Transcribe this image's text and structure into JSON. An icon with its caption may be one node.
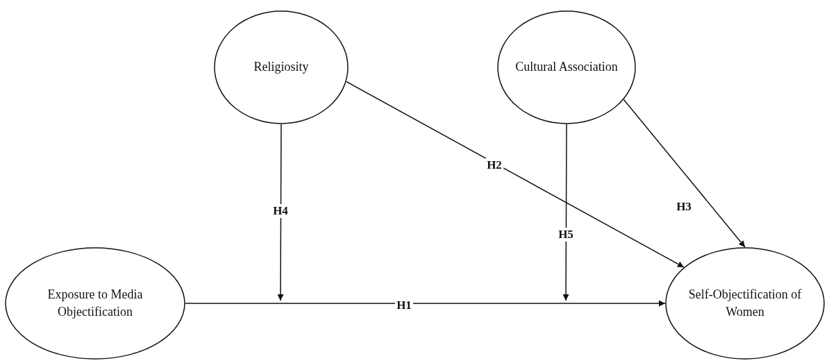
{
  "diagram": {
    "nodes": [
      {
        "text": [
          "Religiosity"
        ]
      },
      {
        "text": [
          "Cultural Association"
        ]
      },
      {
        "text": [
          "Exposure to Media Objectification"
        ]
      },
      {
        "text": [
          "Self-Objectification of Women"
        ]
      }
    ],
    "edges": [
      {
        "from": 2,
        "to": 3,
        "arrow": "to",
        "label": "H1"
      },
      {
        "from": 0,
        "to": 3,
        "arrow": "to",
        "label": "H2"
      },
      {
        "from": 1,
        "to": 3,
        "arrow": "to",
        "label": "H3"
      },
      {
        "from": 0,
        "to": null,
        "arrow": "to",
        "label": "H4"
      },
      {
        "from": 1,
        "to": null,
        "arrow": "to",
        "label": "H5"
      }
    ]
  }
}
